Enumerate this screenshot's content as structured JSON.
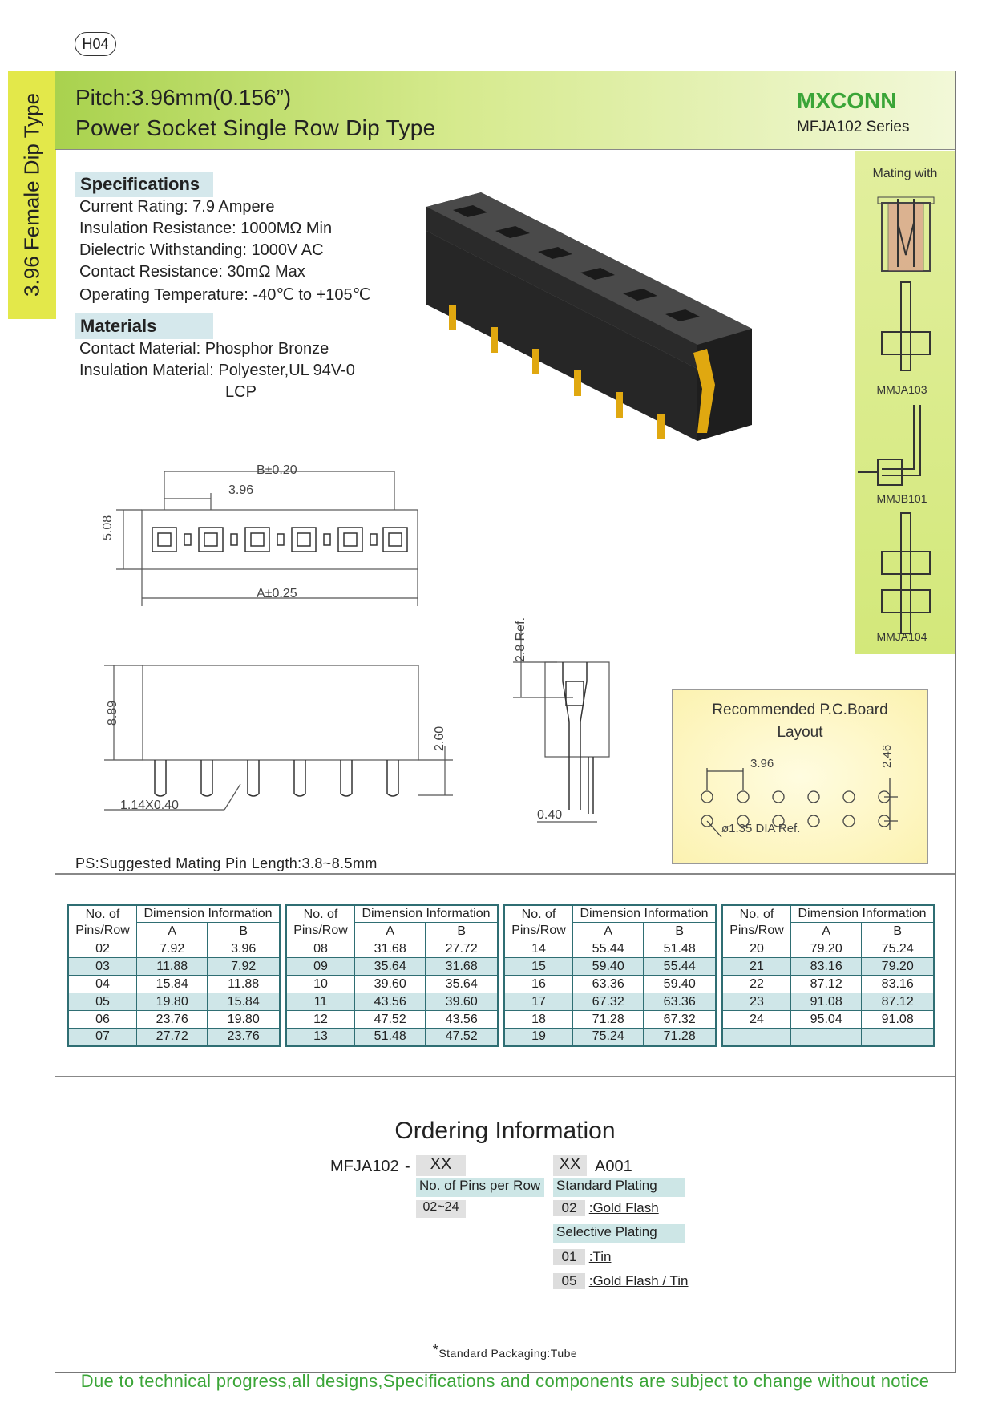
{
  "page_badge": "H04",
  "side_tab": "3.96 Female Dip Type",
  "header": {
    "title_line1": "Pitch:3.96mm(0.156”)",
    "title_line2": "Power Socket Single Row Dip Type",
    "brand": "MXCONN",
    "series": "MFJA102 Series"
  },
  "specifications": {
    "heading": "Specifications",
    "lines": [
      "Current Rating: 7.9 Ampere",
      "Insulation Resistance: 1000MΩ Min",
      "Dielectric Withstanding: 1000V AC",
      "Contact  Resistance: 30mΩ Max",
      "Operating Temperature: -40℃ to +105℃"
    ]
  },
  "materials": {
    "heading": "Materials",
    "lines": [
      "Contact Material: Phosphor Bronze",
      "Insulation Material: Polyester,UL 94V-0",
      "LCP"
    ]
  },
  "mating": {
    "title": "Mating with",
    "parts": [
      "MMJA103",
      "MMJB101",
      "MMJA104"
    ]
  },
  "drawing_labels": {
    "b_dim": "B±0.20",
    "pitch": "3.96",
    "height_top": "5.08",
    "a_dim": "A±0.25",
    "height_side": "8.89",
    "pin_len": "2.60",
    "pin_size": "1.14X0.40",
    "ref": "2.8  Ref.",
    "thick": "0.40"
  },
  "pcb": {
    "title_line1": "Recommended  P.C.Board",
    "title_line2": "Layout",
    "pitch": "3.96",
    "row": "2.46",
    "hole": "ø1.35  DIA  Ref."
  },
  "ps_note": "PS:Suggested Mating Pin Length:3.8~8.5mm",
  "dimension_table": {
    "header_pins": [
      "No. of",
      "Pins/Row"
    ],
    "header_dim": "Dimension Information",
    "header_a": "A",
    "header_b": "B",
    "blocks": [
      [
        [
          "02",
          "7.92",
          "3.96"
        ],
        [
          "03",
          "11.88",
          "7.92"
        ],
        [
          "04",
          "15.84",
          "11.88"
        ],
        [
          "05",
          "19.80",
          "15.84"
        ],
        [
          "06",
          "23.76",
          "19.80"
        ],
        [
          "07",
          "27.72",
          "23.76"
        ]
      ],
      [
        [
          "08",
          "31.68",
          "27.72"
        ],
        [
          "09",
          "35.64",
          "31.68"
        ],
        [
          "10",
          "39.60",
          "35.64"
        ],
        [
          "11",
          "43.56",
          "39.60"
        ],
        [
          "12",
          "47.52",
          "43.56"
        ],
        [
          "13",
          "51.48",
          "47.52"
        ]
      ],
      [
        [
          "14",
          "55.44",
          "51.48"
        ],
        [
          "15",
          "59.40",
          "55.44"
        ],
        [
          "16",
          "63.36",
          "59.40"
        ],
        [
          "17",
          "67.32",
          "63.36"
        ],
        [
          "18",
          "71.28",
          "67.32"
        ],
        [
          "19",
          "75.24",
          "71.28"
        ]
      ],
      [
        [
          "20",
          "79.20",
          "75.24"
        ],
        [
          "21",
          "83.16",
          "79.20"
        ],
        [
          "22",
          "87.12",
          "83.16"
        ],
        [
          "23",
          "91.08",
          "87.12"
        ],
        [
          "24",
          "95.04",
          "91.08"
        ],
        [
          "",
          "",
          ""
        ]
      ]
    ]
  },
  "ordering": {
    "title": "Ordering Information",
    "part_prefix": "MFJA102",
    "dash": "-",
    "xx1": "XX",
    "xx2": "XX",
    "suffix": "A001",
    "pins_label": "No. of Pins per Row",
    "pins_range": "02~24",
    "std_plating": "Standard Plating",
    "std_code": "02",
    "std_desc": ":Gold Flash",
    "sel_plating": "Selective Plating",
    "sel_code1": "01",
    "sel_desc1": ":Tin",
    "sel_code2": "05",
    "sel_desc2": ":Gold Flash / Tin"
  },
  "packaging_star": "*",
  "packaging": "Standard Packaging:Tube",
  "footer": "Due to technical progress,all designs,Specifications and components are subject to change without notice"
}
